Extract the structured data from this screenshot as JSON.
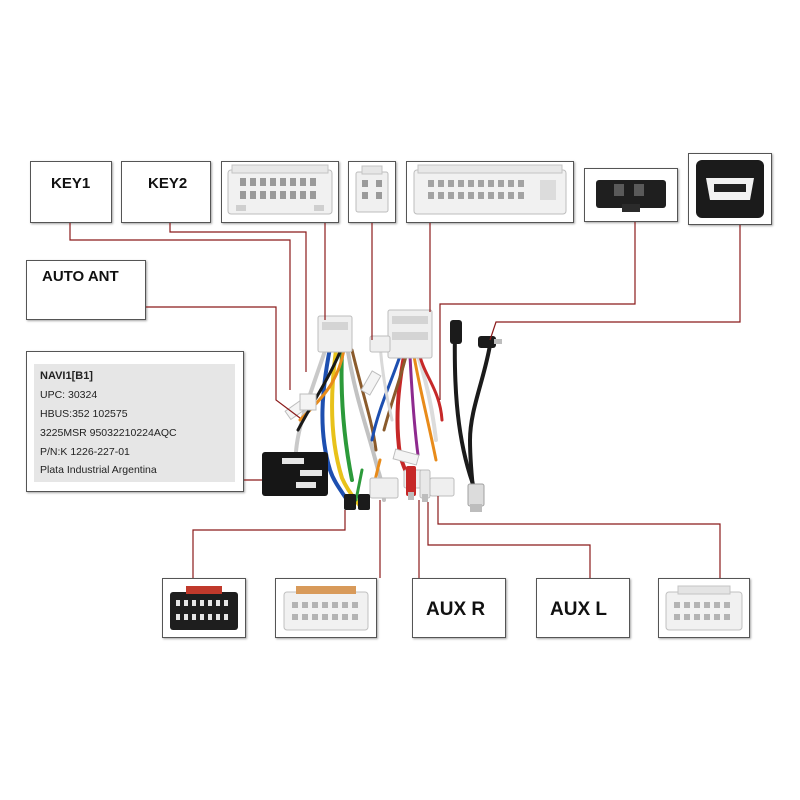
{
  "labels": {
    "key1": "KEY1",
    "key2": "KEY2",
    "auto_ant": "AUTO ANT",
    "aux_r": "AUX R",
    "aux_l": "AUX L"
  },
  "info_card": {
    "lines": [
      "NAVI1[B1]",
      "UPC:  30324",
      "HBUS:352  102575",
      "3225MSR  95032210224AQC",
      "P/N:K 1226-227-01",
      "Plata Industrial Argentina"
    ]
  },
  "colors": {
    "leader": "#8b1a1a",
    "connector_white": "#eeeeee",
    "connector_black": "#1e1e1e",
    "border": "#555555"
  }
}
